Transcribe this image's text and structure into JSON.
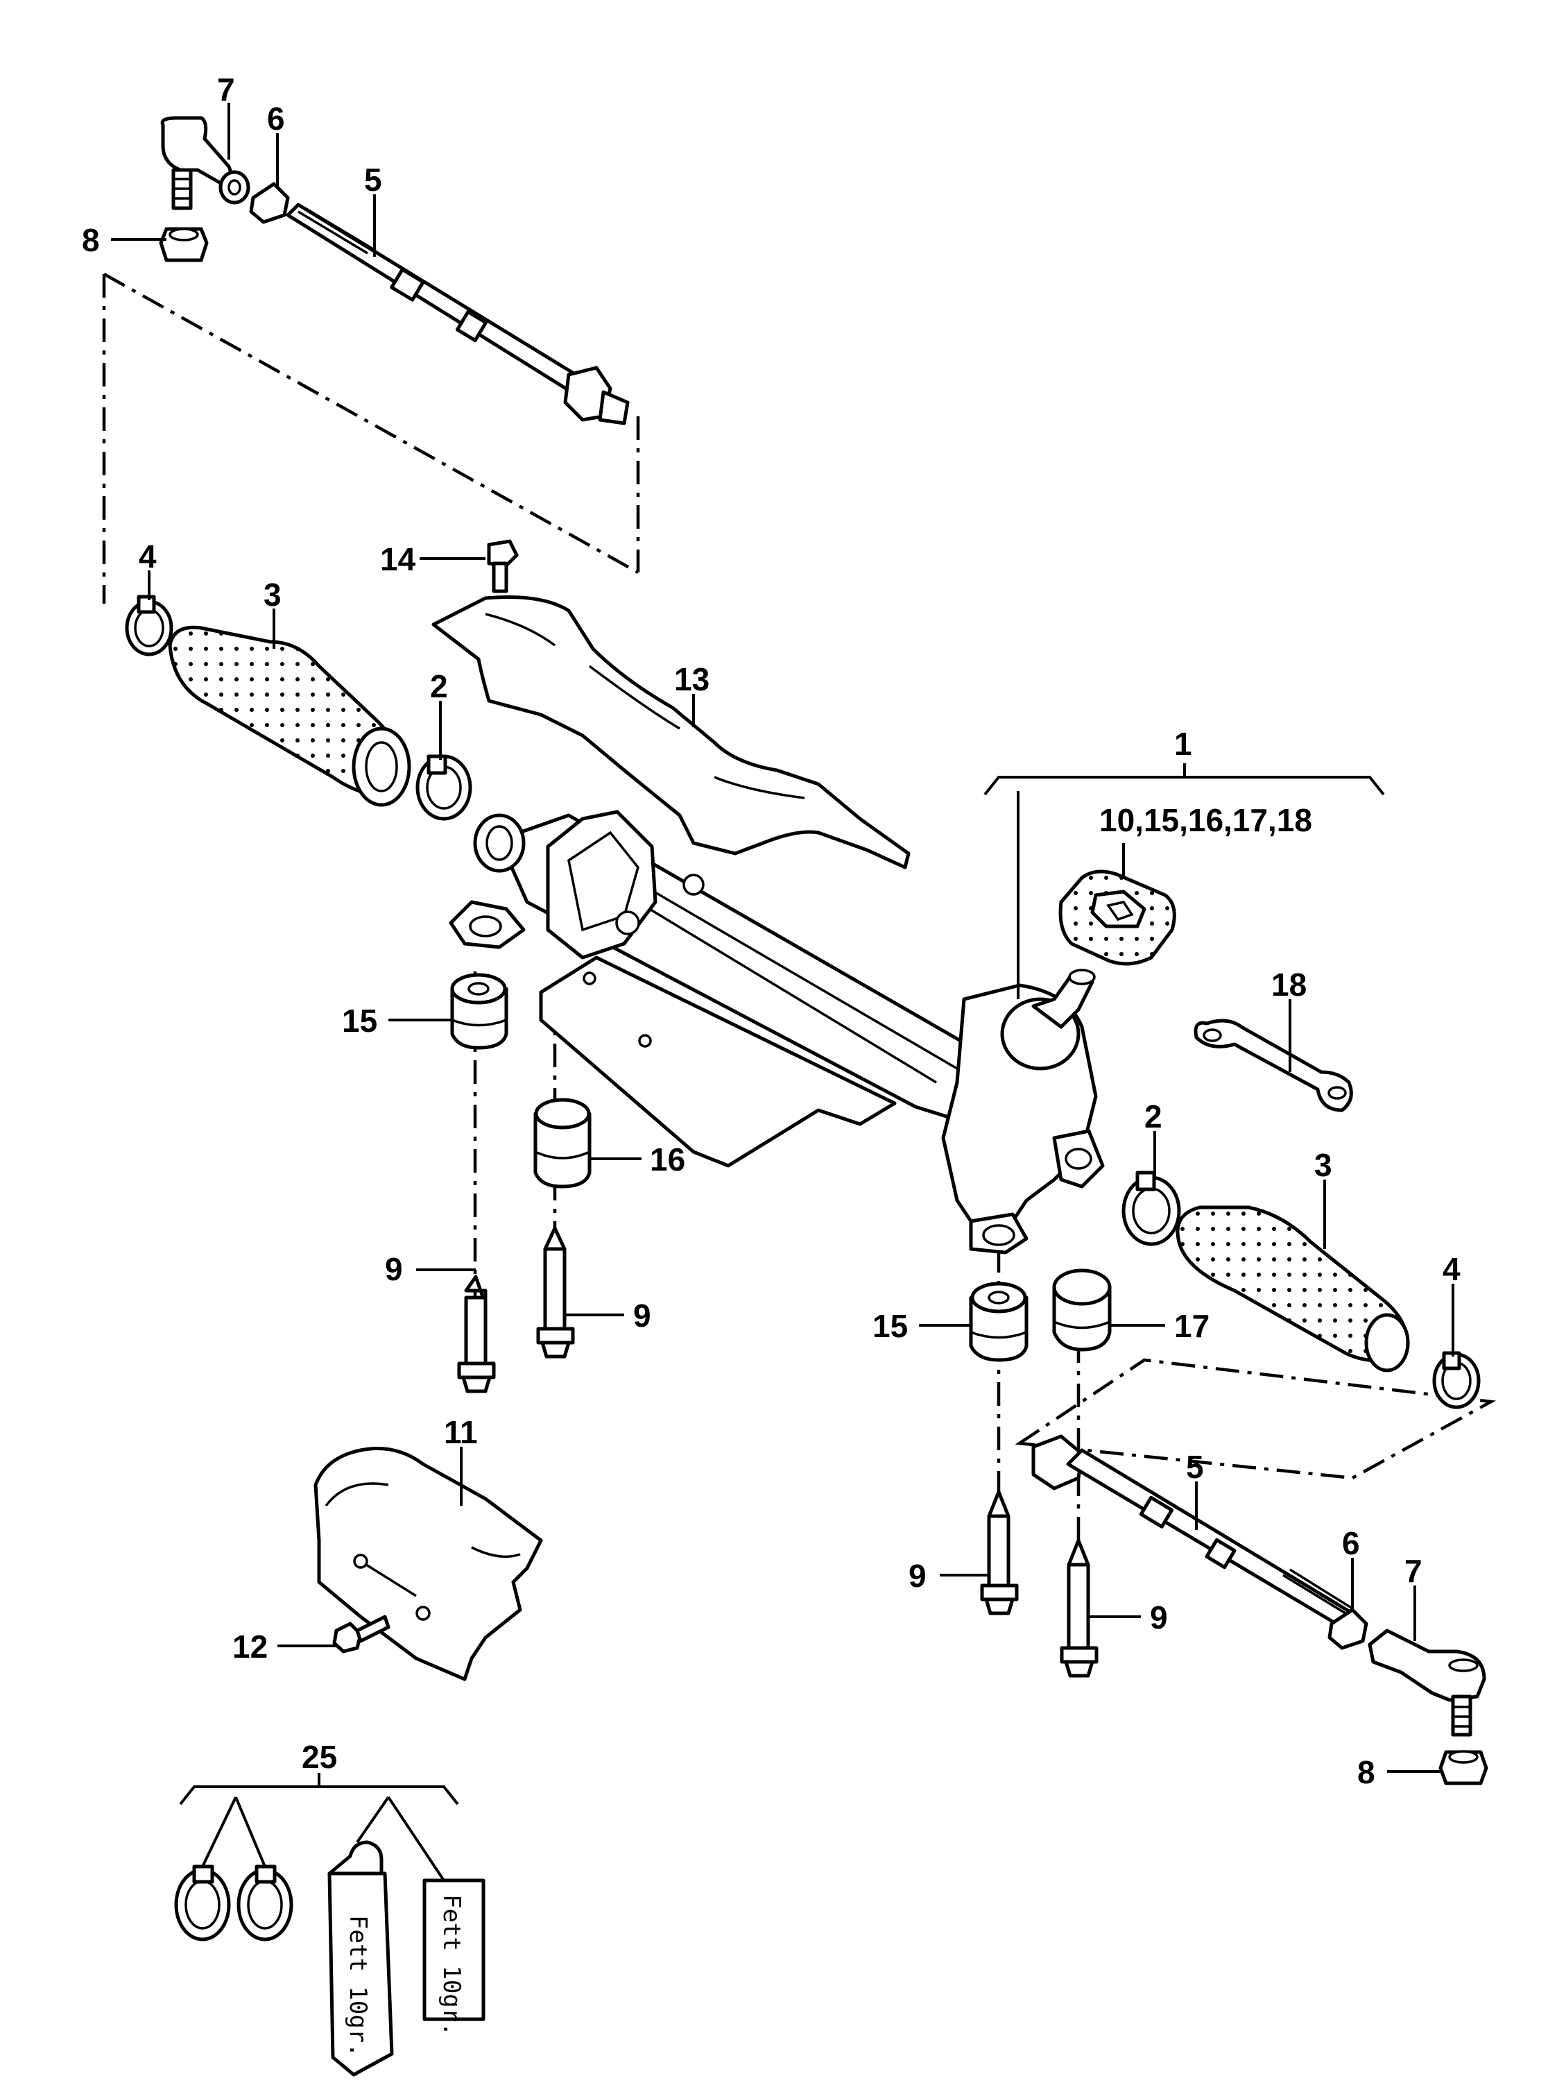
{
  "callouts": {
    "c1": "1",
    "c10set": "10,15,16,17,18",
    "c2a": "2",
    "c2b": "2",
    "c3a": "3",
    "c3b": "3",
    "c4a": "4",
    "c4b": "4",
    "c5a": "5",
    "c5b": "5",
    "c6a": "6",
    "c6b": "6",
    "c7a": "7",
    "c7b": "7",
    "c8a": "8",
    "c8b": "8",
    "c9a": "9",
    "c9b": "9",
    "c9c": "9",
    "c9d": "9",
    "c11": "11",
    "c12": "12",
    "c13": "13",
    "c14": "14",
    "c15a": "15",
    "c15b": "15",
    "c16": "16",
    "c17": "17",
    "c18": "18",
    "c25": "25"
  },
  "grease": {
    "tube_label": "Fett 10gr.",
    "box_label": "Fett 10gr."
  }
}
